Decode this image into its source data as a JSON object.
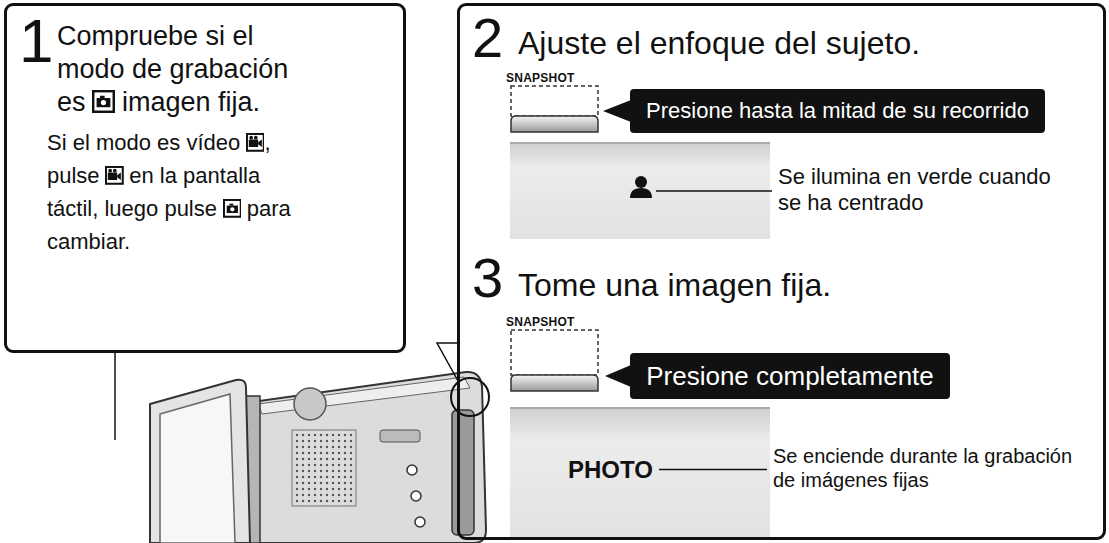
{
  "diagram": {
    "nodes": [
      {
        "text": [
          "1",
          "Compruebe si el modo de grabación es",
          "imagen fija.",
          "Si el modo es vídeo",
          ", pulse",
          "en la pantalla táctil, luego pulse",
          "para cambiar."
        ]
      },
      {
        "text": [
          "2",
          "Ajuste el enfoque del sujeto.",
          "3",
          "Tome una imagen fija."
        ]
      },
      {
        "text": [
          "Presione hasta la mitad de su recorrido"
        ],
        "in": 1
      },
      {
        "text": [
          "Presione completamente"
        ],
        "in": 1
      },
      {
        "text": [
          "PHOTO"
        ],
        "in": 1
      }
    ],
    "labels": [
      "SNAPSHOT",
      "Se ilumina en verde cuando se ha centrado",
      "SNAPSHOT",
      "Se enciende durante la grabación de imágenes fijas"
    ]
  }
}
